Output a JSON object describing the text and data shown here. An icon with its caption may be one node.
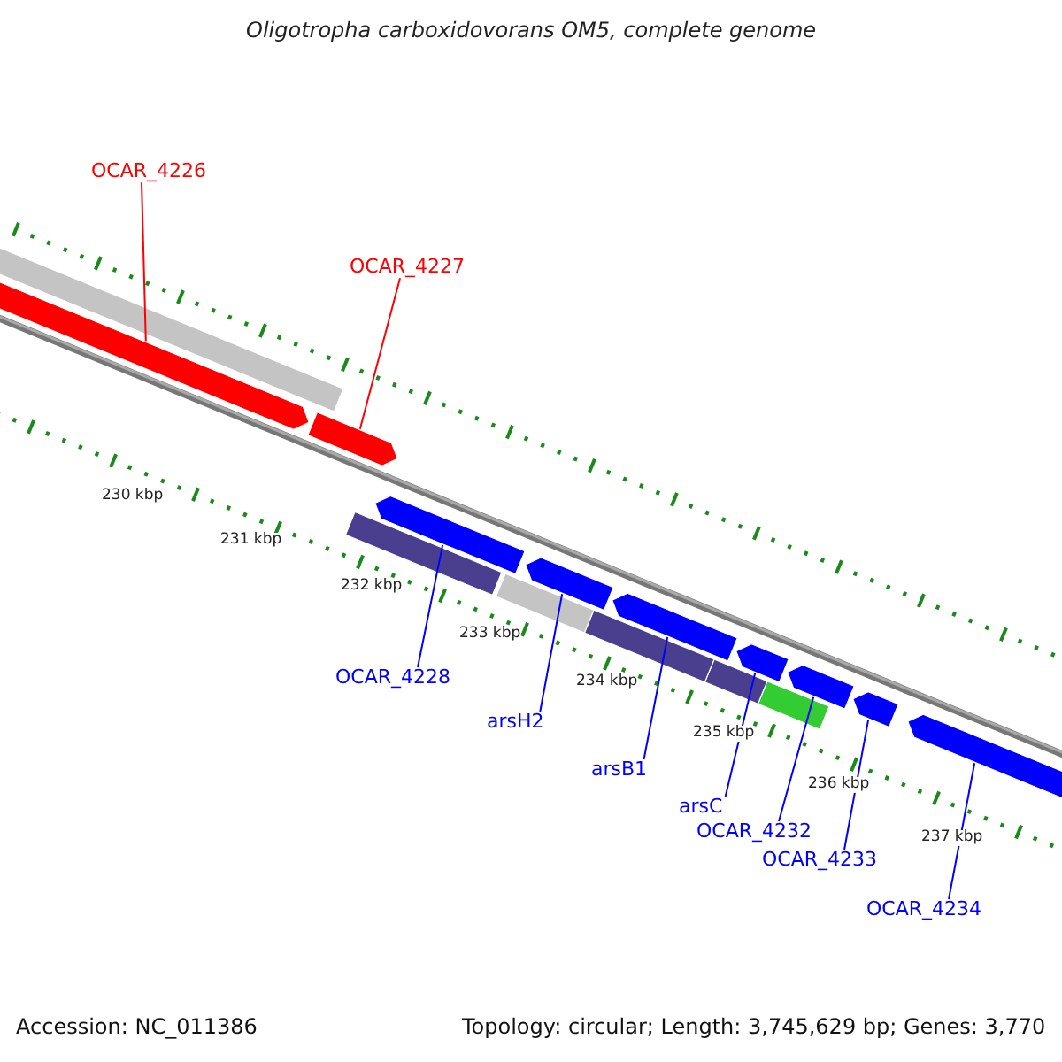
{
  "diagram": {
    "title": "Oligotropha carboxidovorans OM5, complete genome",
    "nodes": [
      {
        "text": [
          "OCAR_4226"
        ]
      },
      {
        "text": [
          "OCAR_4227"
        ]
      },
      {
        "text": [
          "OCAR_4228"
        ]
      },
      {
        "text": [
          "arsH2"
        ]
      },
      {
        "text": [
          "arsB1"
        ]
      },
      {
        "text": [
          "arsC"
        ]
      },
      {
        "text": [
          "OCAR_4232"
        ]
      },
      {
        "text": [
          "OCAR_4233"
        ]
      },
      {
        "text": [
          "OCAR_4234"
        ]
      },
      {
        "text": [],
        "shape": "bar"
      },
      {
        "text": [],
        "shape": "bar"
      },
      {
        "text": [],
        "shape": "bar"
      },
      {
        "text": [],
        "shape": "bar"
      },
      {
        "text": [],
        "shape": "bar"
      },
      {
        "text": [],
        "shape": "bar"
      },
      {
        "text": [],
        "shape": "bar"
      },
      {
        "text": [],
        "shape": "bar"
      },
      {
        "text": [],
        "shape": "bar"
      },
      {
        "text": [],
        "shape": "box"
      },
      {
        "text": [],
        "shape": "box"
      },
      {
        "text": [],
        "shape": "box"
      },
      {
        "text": [],
        "shape": "box"
      },
      {
        "text": [],
        "shape": "box"
      },
      {
        "text": [],
        "shape": "box"
      }
    ],
    "edges": [
      {
        "from": 0,
        "to": 9,
        "arrow": "none",
        "color": "#ff0000"
      },
      {
        "from": 1,
        "to": 10,
        "arrow": "none",
        "color": "#ff0000"
      },
      {
        "from": 2,
        "to": 11,
        "arrow": "none"
      },
      {
        "from": 3,
        "to": 12,
        "arrow": "none"
      },
      {
        "from": 4,
        "to": 13,
        "arrow": "none"
      },
      {
        "from": 5,
        "to": 14,
        "arrow": "none"
      },
      {
        "from": 6,
        "to": 15,
        "arrow": "none"
      },
      {
        "from": 7,
        "to": 16,
        "arrow": "none"
      },
      {
        "from": 8,
        "to": 17,
        "arrow": "none"
      }
    ],
    "labels": [
      "230 kbp",
      "231 kbp",
      "232 kbp",
      "233 kbp",
      "234 kbp",
      "235 kbp",
      "236 kbp",
      "237 kbp",
      "Accession: NC_011386",
      "Topology: circular; Length: 3,745,629 bp; Genes: 3,770"
    ]
  }
}
